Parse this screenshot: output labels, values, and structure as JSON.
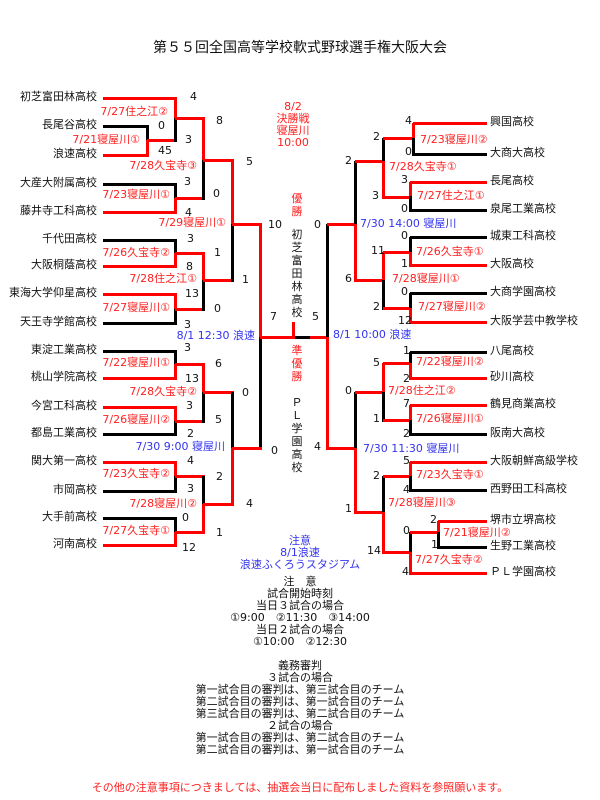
{
  "title": "第５５回全国高等学校軟式野球選手権大阪大会",
  "colors": {
    "winner": "#ff0000",
    "loser": "#000000",
    "match_label": "#ff2020",
    "venue": "#3333ee"
  },
  "left_teams": [
    "初芝富田林高校",
    "長尾谷高校",
    "浪速高校",
    "大産大附属高校",
    "藤井寺工科高校",
    "千代田高校",
    "大阪桐蔭高校",
    "東海大学仰星高校",
    "天王寺学館高校",
    "東淀工業高校",
    "桃山学院高校",
    "今宮工科高校",
    "都島工業高校",
    "関大第一高校",
    "市岡高校",
    "大手前高校",
    "河南高校"
  ],
  "right_teams": [
    "興国高校",
    "大商大高校",
    "長尾高校",
    "泉尾工業高校",
    "城東工科高校",
    "大阪高校",
    "大商学園高校",
    "大阪学芸中教学校",
    "八尾高校",
    "砂川高校",
    "鶴見商業高校",
    "阪南大高校",
    "大阪朝鮮高級学校",
    "西野田工科高校",
    "堺市立堺高校",
    "生野工業高校",
    "ＰＬ学園高校"
  ],
  "left_matches": [
    "7/27住之江②",
    "7/21寝屋川①",
    "7/28久宝寺③",
    "7/23寝屋川①",
    "7/29寝屋川①",
    "7/26久宝寺②",
    "7/28住之江①",
    "7/27寝屋川①",
    "7/22寝屋川①",
    "7/28久宝寺②",
    "7/26寝屋川②",
    "7/23久宝寺②",
    "7/28寝屋川②",
    "7/27久宝寺①"
  ],
  "right_matches": [
    "7/23寝屋川②",
    "7/28久宝寺①",
    "7/27住之江①",
    "7/26久宝寺①",
    "7/28寝屋川①",
    "7/27寝屋川②",
    "7/22寝屋川②",
    "7/28住之江②",
    "7/26寝屋川①",
    "7/23久宝寺①",
    "7/28寝屋川③",
    "7/21寝屋川②",
    "7/27久宝寺②"
  ],
  "venues": [
    "8/1 12:30 浪速",
    "7/30 9:00 寝屋川",
    "7/30 14:00 寝屋川",
    "8/1 10:00 浪速",
    "7/30 11:30 寝屋川"
  ],
  "left_scores": [
    "4",
    "0",
    "3",
    "45",
    "8",
    "5",
    "3",
    "0",
    "4",
    "10",
    "3",
    "1",
    "8",
    "1",
    "13",
    "0",
    "3",
    "7",
    "3",
    "6",
    "13",
    "0",
    "3",
    "5",
    "2",
    "0",
    "4",
    "2",
    "3",
    "4",
    "0",
    "1",
    "12"
  ],
  "right_scores": [
    "4",
    "2",
    "0",
    "2",
    "3",
    "3",
    "0",
    "0",
    "0",
    "11",
    "1",
    "6",
    "0",
    "2",
    "12",
    "5",
    "1",
    "5",
    "2",
    "0",
    "7",
    "1",
    "2",
    "4",
    "5",
    "2",
    "4",
    "1",
    "2",
    "0",
    "1",
    "14",
    "4"
  ],
  "final": {
    "date": "8/2",
    "name": "決勝戦",
    "venue": "寝屋川",
    "time": "10:00",
    "champion_label": "優勝",
    "champion": "初芝富田林高校",
    "runner_up_label": "準優勝",
    "runner_up": "ＰＬ学園高校"
  },
  "semifinal_note": [
    "注意",
    "8/1浪速",
    "浪速ふくろうスタジアム"
  ],
  "notes": [
    "注　意",
    "試合開始時刻",
    "当日３試合の場合",
    "①9:00　②11:30　③14:00",
    "当日２試合の場合",
    "①10:00　②12:30",
    "",
    "義務審判",
    "３試合の場合",
    "第一試合目の審判は、第三試合目のチーム",
    "第二試合目の審判は、第一試合目のチーム",
    "第三試合目の審判は、第二試合目のチーム",
    "２試合の場合",
    "第一試合目の審判は、第二試合目のチーム",
    "第二試合目の審判は、第一試合目のチーム"
  ],
  "footer": "その他の注意事項につきましては、抽選会当日に配布しました資料を参照願います。"
}
